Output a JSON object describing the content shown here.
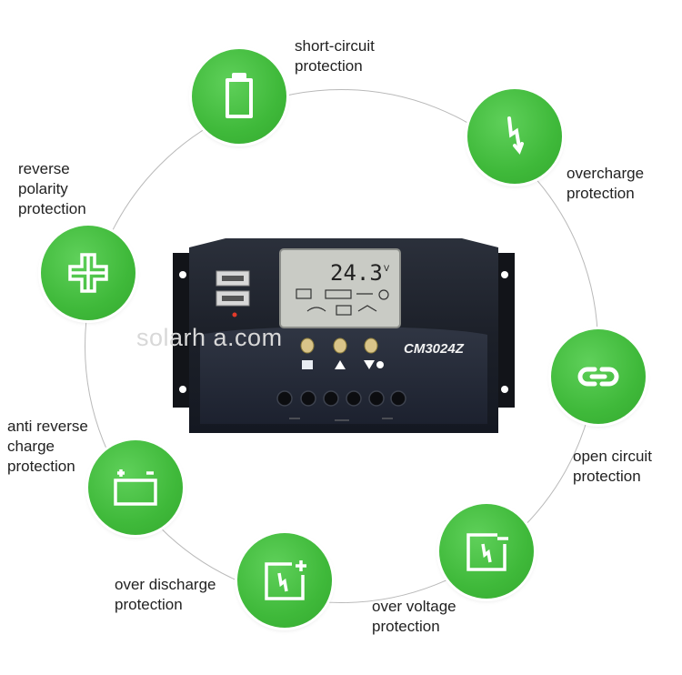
{
  "colors": {
    "icon_green": "#3fb93a",
    "device_body": "#1b1f28",
    "lcd_screen": "#c9cbc5"
  },
  "features": [
    {
      "id": "short-circuit",
      "label": "short-circuit\nprotection",
      "icon": "battery-icon"
    },
    {
      "id": "overcharge",
      "label": "overcharge\nprotection",
      "icon": "lightning-icon"
    },
    {
      "id": "open-circuit",
      "label": "open circuit\nprotection",
      "icon": "link-icon"
    },
    {
      "id": "over-voltage",
      "label": "over voltage\nprotection",
      "icon": "voltage-box-icon"
    },
    {
      "id": "over-discharge",
      "label": "over discharge\nprotection",
      "icon": "discharge-box-icon"
    },
    {
      "id": "anti-reverse-charge",
      "label": "anti reverse\ncharge\nprotection",
      "icon": "battery-terminals-icon"
    },
    {
      "id": "reverse-polarity",
      "label": "reverse\npolarity\nprotection",
      "icon": "cross-arrows-icon"
    }
  ],
  "device": {
    "model": "CM3024Z",
    "lcd_reading": "24.3",
    "lcd_unit": "V"
  },
  "watermark": "solarh                                 a.com"
}
